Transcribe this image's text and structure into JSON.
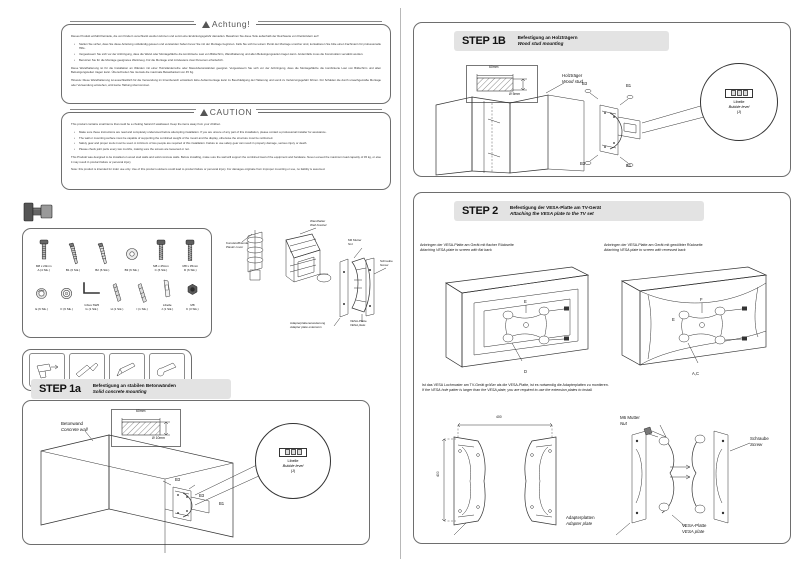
{
  "document": {
    "title": "TV Wall Mount Installation Manual"
  },
  "warnings": {
    "german": {
      "heading": "Achtung!",
      "intro": "Dieses Produkt enthält Kleinteile, die von Kindern verschluckt werden können und somit eine Erstickungsgefahr darstellen. Bewahren Sie diese Teile außerhalb der Reichweite von Kleinkindern auf!",
      "bullets": [
        "Stellen Sie sicher, dass Sie diese Anleitung vollständig gelesen und verstanden haben bevor Sie mit der Montage beginnen. Falls Sie sich bei einem Punkt der Montage unsicher sind, kontaktieren Sie bitte einen Fachmann für professionelle Hilfe.",
        "Vergewissern Sie sich vor der Anbringung, dass die Wand oder Montagefläche die kombinierte Last von Bildschirm, Wandhalterung und allen Befestigungsteilen tragen kann. Andernfalls muss die Konstruktion verstärkt werden.",
        "Benutzen Sie für die Montage geeignetes Werkzeug. Für die Montage sind mindestens zwei Personen erforderlich."
      ],
      "paragraph2": "Diese Wandhalterung ist für die Installation an Wänden mit einer Holzständerreihe oder Massivbetonwänden geeignet. Vergewissern Sie sich vor der Anbringung, dass die Montagefläche die kombinierte Last von Bildschirm und allen Befestigungsteilen tragen kann. Überschreiten Sie niemals die maximale Belastbarkeit von 45 Kg.",
      "note": "Hinweis: Diese Wandhalterung ist ausschließlich für die Verwendung im Innenbereich entwickelt. Eine Außenmontage kann zu Beschädigung der Halterung und somit zu Verletzungsgefahr führen. Für Schäden die durch unsachgemäße Montage oder Verwendung entstehen, wird keine Haftung übernommen."
    },
    "english": {
      "heading": "CAUTION",
      "intro": "This product contains small items that could be a choking hazard if swallowed. Keep the items away from your children.",
      "bullets": [
        "Make sure these instructions are read and completely understood before attempting installation. If you are unsure of any part of this installation, please contact a professional installer for assistance.",
        "The wall or mounting surface must be capable of supporting the combined weight of the mount and the display, otherwise the structure must be reinforced.",
        "Safety gear and proper tools must be used. A minimum of two people are required of this installation. Failure to use safety gear can result in property damage, serious injury or death.",
        "Please check joint parts every two months, making sure the screws are loosened or not."
      ],
      "paragraph2": "This Produkt was designed to be installed on wood stud walls and solid concrete walls. Before installing, make sure the wall will support the combined load of the equipment and hardware. Never exceed the maximum load capacity of 45 kg, or else it may result in product failure or personal injury",
      "note": "Note: this product is intended for indor use only. Use of this product outdoors could lead to product failure or personal injury. For damages originate from improper mounting or use, no liability is assumed."
    }
  },
  "parts": {
    "row1": [
      {
        "name": "M8 x 20mm",
        "code": "A (4 Stk.)",
        "icon": "bolt-short-icon"
      },
      {
        "name": "",
        "code": "B1 (6 Stk.)",
        "icon": "screw-long-icon"
      },
      {
        "name": "",
        "code": "B2 (6 Stk.)",
        "icon": "screw-long-icon"
      },
      {
        "name": "",
        "code": "B3 (6 Stk.)",
        "icon": "washer-icon"
      },
      {
        "name": "M8 x 25mm",
        "code": "C (6 Stk.)",
        "icon": "bolt-short-icon"
      },
      {
        "name": "M8 x 35mm",
        "code": "D (6 Stk.)",
        "icon": "bolt-short-icon"
      }
    ],
    "row2": [
      {
        "name": "",
        "code": "E (6 Stk.)",
        "icon": "spacer-icon"
      },
      {
        "name": "",
        "code": "F (6 Stk.)",
        "icon": "washer-icon"
      },
      {
        "name": "Inbus SW6",
        "code": "G (1 Stk.)",
        "icon": "allen-key-icon"
      },
      {
        "name": "",
        "code": "H (1 Stk.)",
        "icon": "dowel-icon"
      },
      {
        "name": "",
        "code": "I (1 Stk.)",
        "icon": "dowel-icon"
      },
      {
        "name": "Libelle",
        "code": "J (1 Stk.)",
        "icon": "bubble-level-icon"
      },
      {
        "name": "M8",
        "code": "K (3 Stk.)",
        "icon": "nut-icon"
      }
    ]
  },
  "tools": {
    "items": [
      {
        "label": "drill-tool-icon"
      },
      {
        "label": "screwdriver-tool-icon"
      },
      {
        "label": "pencil-tool-icon"
      },
      {
        "label": "wrench-tool-icon"
      }
    ]
  },
  "exploded": {
    "labels": [
      {
        "de": "Kunststoffblende",
        "en": "Plastic cover"
      },
      {
        "de": "Wandhalter",
        "en": "Wall bracket"
      },
      {
        "de": "Mutter",
        "en": "Nut",
        "prefix": "M6"
      },
      {
        "de": "Schraube",
        "en": "Screw"
      },
      {
        "de": "Adapterplattenerweiterung",
        "en": "Adapter plate extension"
      },
      {
        "de": "VESA-Platte",
        "en": "VESA plate"
      }
    ]
  },
  "steps": {
    "step1a": {
      "number": "STEP 1a",
      "de": "Befestigung an stabilen Betonwänden",
      "en": "Solid concrete mounting",
      "drill": {
        "depth": "60mm",
        "diameter": "Ø 10mm"
      },
      "wall": {
        "de": "Betonwand",
        "en": "Concrete wall"
      },
      "callout": {
        "de": "Libelle",
        "en": "Bubble level",
        "code": "(J)"
      },
      "part_tags": [
        "B3",
        "B3",
        "B1"
      ]
    },
    "step1b": {
      "number": "STEP 1B",
      "de": "Befestigung an Holzträgern",
      "en": "Wood stud mounting",
      "drill": {
        "depth": "60mm",
        "diameter": "Ø 5mm"
      },
      "stud": {
        "de": "Holzträger",
        "en": "Wood stud"
      },
      "callout": {
        "de": "Libelle",
        "en": "Bubble level",
        "code": "(J)"
      },
      "part_tags": [
        "B3",
        "B1",
        "B3",
        "B1"
      ]
    },
    "step2": {
      "number": "STEP 2",
      "de": "Befestigung der VESA-Platte am TV-Gerät",
      "en": "Attaching the VESA plate to the TV set",
      "left": {
        "de": "Anbringen der VESA-Platte am Gerät mit flacher Rückseite",
        "en": "Attaching VESA plate to screen with flat back",
        "tags": [
          "E",
          "D"
        ]
      },
      "right": {
        "de": "Anbringen der VESA-Platte am Gerät mit gewölbter Rückseite",
        "en": "Attaching VESA plate to screen with recessed back",
        "tags": [
          "F",
          "E",
          "A,C"
        ]
      },
      "note": {
        "de": "Ist das VESA Lochmuster am TV-Gerät größer als die VESA-Platte, ist es notwendig die Adapterplatten zu montieren.",
        "en": "If the VESA hole patter is larger than the VESA plate, you are required to use the extension plates to install."
      },
      "vesa_dims": {
        "width": "400",
        "height": "400"
      },
      "adapter": {
        "de": "Adapterplatten",
        "en": "Adapter plate"
      },
      "assembly_labels": {
        "nut": {
          "prefix": "M6",
          "de": "Mutter",
          "en": "Nut"
        },
        "screw": {
          "de": "Schraube",
          "en": "Screw"
        },
        "vesa": {
          "de": "VESA-Platte",
          "en": "VESA plate"
        }
      }
    }
  },
  "colors": {
    "panel_border": "#6e6e6e",
    "step_header_bg": "#e3e3e3",
    "line": "#333333"
  }
}
